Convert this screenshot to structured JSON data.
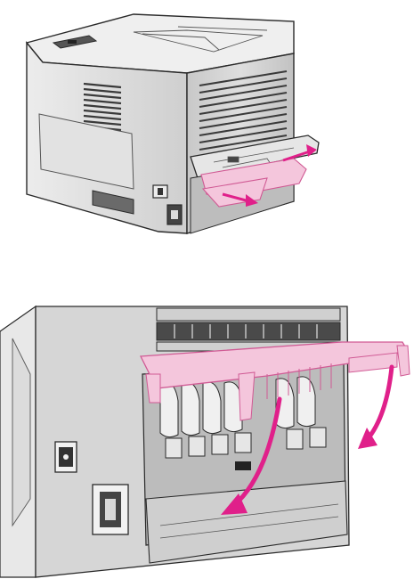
{
  "figure": {
    "panels": [
      {
        "id": "overview",
        "subject": "printer-rear",
        "action": "pull-jammed-media-from-rear"
      },
      {
        "id": "detail",
        "subject": "rear-output-door-open",
        "action": "lower-door-and-pull-media"
      }
    ],
    "colors": {
      "line": "#2a2a2a",
      "body_light": "#f2f2f2",
      "body_mid": "#d9d9d9",
      "body_dark": "#9a9a9a",
      "vent": "#3a3a3a",
      "highlight_fill": "#f4c6dc",
      "highlight_stroke": "#d05a94",
      "arrow": "#e0208a"
    },
    "icons": [
      "pull-arrow-icon",
      "power-switch-icon",
      "power-socket-icon"
    ]
  }
}
